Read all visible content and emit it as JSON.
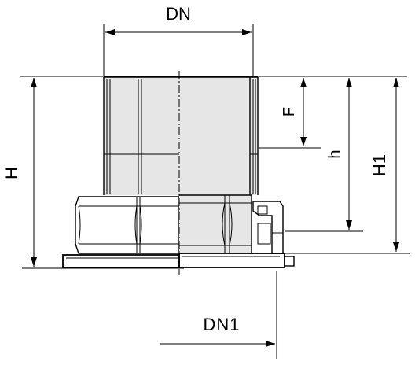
{
  "diagram": {
    "labels": {
      "dn": "DN",
      "dn1": "DN1",
      "h_total": "H",
      "h1": "H1",
      "h_small": "h",
      "f": "F"
    }
  }
}
